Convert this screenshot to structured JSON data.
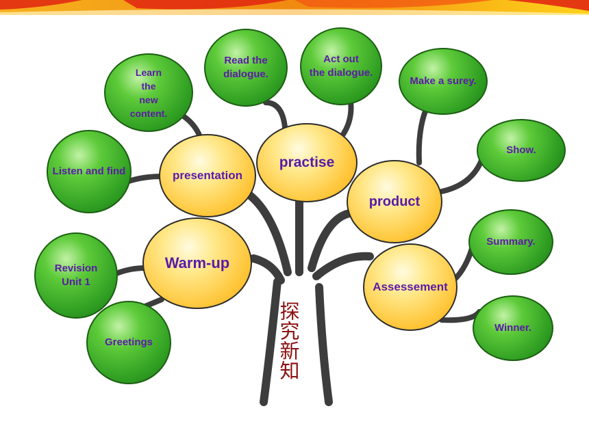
{
  "colors": {
    "green_node": "#3fb02c",
    "yellow_node": "#ffcc44",
    "node_text": "#5a1aa8",
    "branch": "#3d3d3d",
    "vertical_text": "#8b1010",
    "banner_orange": "#f08a10",
    "banner_red": "#e02410"
  },
  "center_text": "探究新知",
  "stages": {
    "warm_up": "Warm-up",
    "presentation": "presentation",
    "practise": "practise",
    "product": "product",
    "assessement": "Assessement"
  },
  "activities": {
    "revision": "Revision\nUnit 1",
    "greetings": "Greetings",
    "listen_find": "Listen and find",
    "learn_content": "Learn\nthe\nnew\ncontent.",
    "read_dialogue": "Read the\ndialogue.",
    "act_out": "Act out\nthe dialogue.",
    "make_survey": "Make a surey.",
    "show": "Show.",
    "summary": "Summary.",
    "winner": "Winner."
  }
}
